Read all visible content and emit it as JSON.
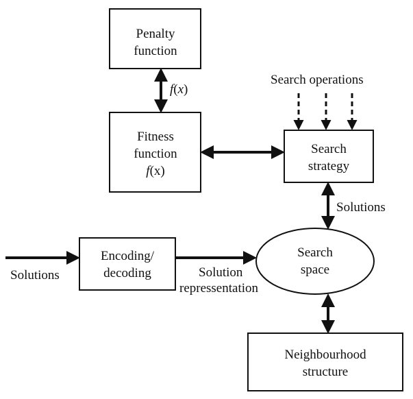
{
  "nodes": {
    "penalty": {
      "line1": "Penalty",
      "line2": "function"
    },
    "fitness": {
      "line1": "Fitness",
      "line2": "function",
      "line3_var": "f",
      "line3_rest": "(x)"
    },
    "search_strategy": {
      "line1": "Search",
      "line2": "strategy"
    },
    "encoding": {
      "line1": "Encoding/",
      "line2": "decoding"
    },
    "search_space": {
      "line1": "Search",
      "line2": "space"
    },
    "neighbourhood": {
      "line1": "Neighbourhood",
      "line2": "structure"
    }
  },
  "labels": {
    "fx_var": "f",
    "fx_open": "(",
    "fx_x": "x",
    "fx_close": ")",
    "search_operations": "Search operations",
    "solutions_right": "Solutions",
    "solutions_left": "Solutions",
    "solution_repr_line1": "Solution",
    "solution_repr_line2": "repressentation"
  }
}
